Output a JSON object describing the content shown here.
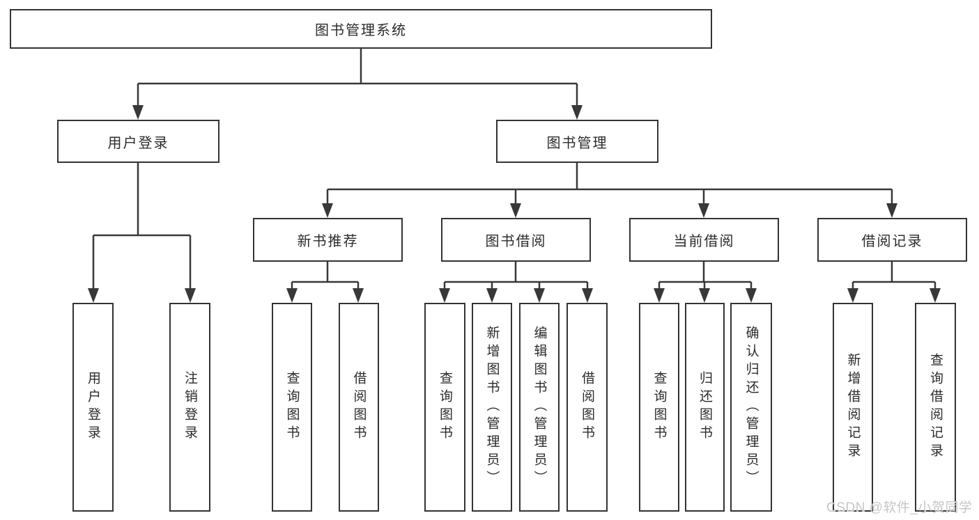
{
  "tree": {
    "label": "图书管理系统",
    "children": [
      {
        "label": "用户登录",
        "children": [
          {
            "label": "用户登录"
          },
          {
            "label": "注销登录"
          }
        ]
      },
      {
        "label": "图书管理",
        "children": [
          {
            "label": "新书推荐",
            "children": [
              {
                "label": "查询图书"
              },
              {
                "label": "借阅图书"
              }
            ]
          },
          {
            "label": "图书借阅",
            "children": [
              {
                "label": "查询图书"
              },
              {
                "label": "新增图书（管理员）"
              },
              {
                "label": "编辑图书（管理员）"
              },
              {
                "label": "借阅图书"
              }
            ]
          },
          {
            "label": "当前借阅",
            "children": [
              {
                "label": "查询图书"
              },
              {
                "label": "归还图书"
              },
              {
                "label": "确认归还（管理员）"
              }
            ]
          },
          {
            "label": "借阅记录",
            "children": [
              {
                "label": "新增借阅记录"
              },
              {
                "label": "查询借阅记录"
              }
            ]
          }
        ]
      }
    ]
  },
  "watermark": {
    "text": "CSDN @软件_小贺同学"
  },
  "colors": {
    "line_color": "#383838",
    "border_color": "#333333",
    "box_fill": "#ffffff",
    "text_color": "#2b2b2b",
    "watermark_color": "#c6c6c6",
    "bg_color": "#ffffff"
  }
}
